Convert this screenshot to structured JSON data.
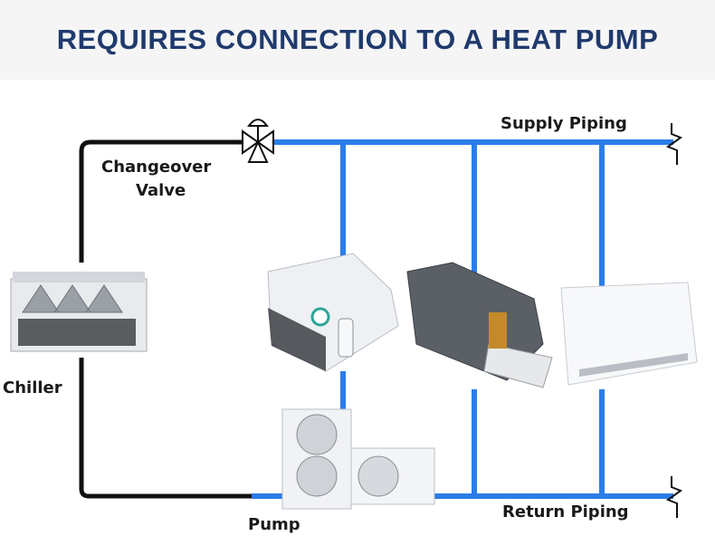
{
  "banner": {
    "title": "REQUIRES CONNECTION TO A HEAT PUMP"
  },
  "labels": {
    "supply_piping": "Supply Piping",
    "return_piping": "Return Piping",
    "changeover_line1": "Changeover",
    "changeover_line2": "Valve",
    "chiller": "Chiller",
    "pump": "Pump"
  },
  "colors": {
    "banner_text": "#1f3a6d",
    "pipe_blue": "#2b7de9",
    "pipe_black": "#111111"
  },
  "icons": [
    "changeover-valve-icon",
    "pipe-break-icon",
    "chiller-unit-icon",
    "cassette-fan-coil-icon",
    "ducted-fan-coil-icon",
    "floor-console-fan-coil-icon",
    "outdoor-condenser-icon"
  ]
}
